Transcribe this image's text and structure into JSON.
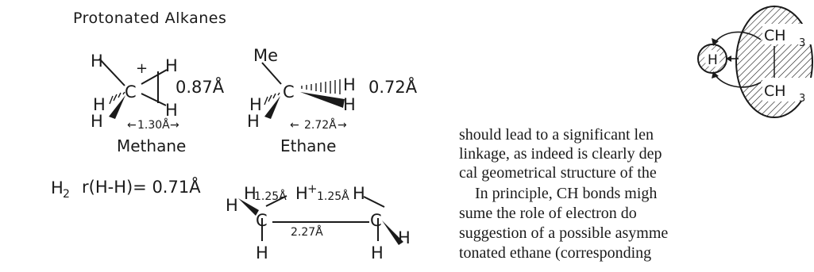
{
  "figure": {
    "heading": "Protonated Alkanes",
    "methane": {
      "name": "Methane",
      "charge": "+",
      "atoms": {
        "c": "C",
        "h": "H"
      },
      "hh_distance": "0.87Å",
      "base_distance": "1.30Å"
    },
    "ethane": {
      "name": "Ethane",
      "atoms": {
        "c": "C",
        "h": "H",
        "me": "Me"
      },
      "hh_distance": "0.72Å",
      "base_distance": "2.72Å"
    },
    "h2": {
      "label": "H",
      "sub": "2",
      "formula": "r(H-H)= 0.71Å"
    },
    "bridged": {
      "atoms": {
        "c": "C",
        "h": "H",
        "hplus": "H",
        "charge": "+"
      },
      "bond_left": "1.25Å",
      "bond_right": "1.25Å",
      "cc_distance": "2.27Å"
    },
    "inset": {
      "h": "H",
      "ch": "CH",
      "sub": "3"
    }
  },
  "text": {
    "lines": [
      "should lead to a significant len",
      "linkage, as indeed is clearly dep",
      "cal geometrical structure of the",
      "In principle, CH bonds migh",
      "sume the role of electron do",
      "suggestion of a possible asymme",
      "tonated ethane (corresponding"
    ]
  }
}
